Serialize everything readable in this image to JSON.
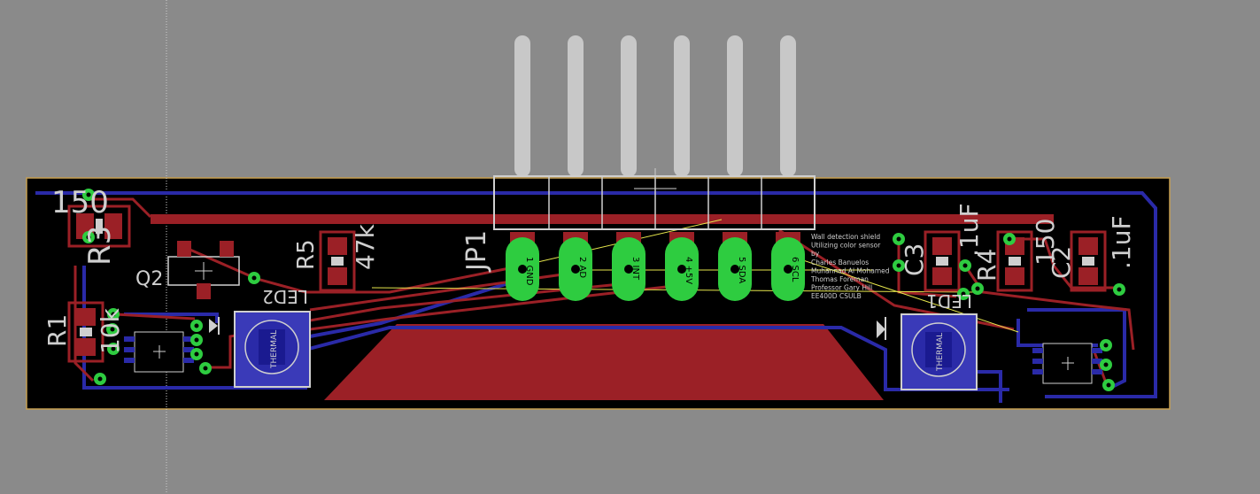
{
  "colors": {
    "background": "#8a8a8a",
    "board": "#000000",
    "board_outline": "#c8a050",
    "top_copper": "#9b2026",
    "bottom_copper": "#2a2aa8",
    "pad": "#2ecc40",
    "silkscreen": "#cfcfcf",
    "airwire": "#e6e64c"
  },
  "labels": {
    "r3_value": "150",
    "r3_name": "R3",
    "q2_name": "Q2",
    "r5_name": "R5",
    "r5_value": "47k",
    "r1_name": "R1",
    "r1_value": "10k",
    "led2_name": "LED2",
    "led1_name": "LED1",
    "thermal": "THERMAL",
    "jp1_name": "JP1",
    "c3_name": "C3",
    "c3_value": ".1uF",
    "r4_name": "R4",
    "r4_value": "150",
    "c2_name": "C2",
    "c2_value": ".1uF"
  },
  "pins": [
    {
      "num": "1",
      "name": "GND"
    },
    {
      "num": "2",
      "name": "AD"
    },
    {
      "num": "3",
      "name": "INT"
    },
    {
      "num": "4",
      "name": "+5V"
    },
    {
      "num": "5",
      "name": "SDA"
    },
    {
      "num": "6",
      "name": "SCL"
    }
  ],
  "notes": [
    "Wall detection shield",
    "Utilizing color sensor",
    "by",
    "Charles Banuelos",
    "Muhannad Al Mohamed",
    "Thomas Foreman",
    "Professor Gary Hill",
    "EE400D CSULB"
  ]
}
